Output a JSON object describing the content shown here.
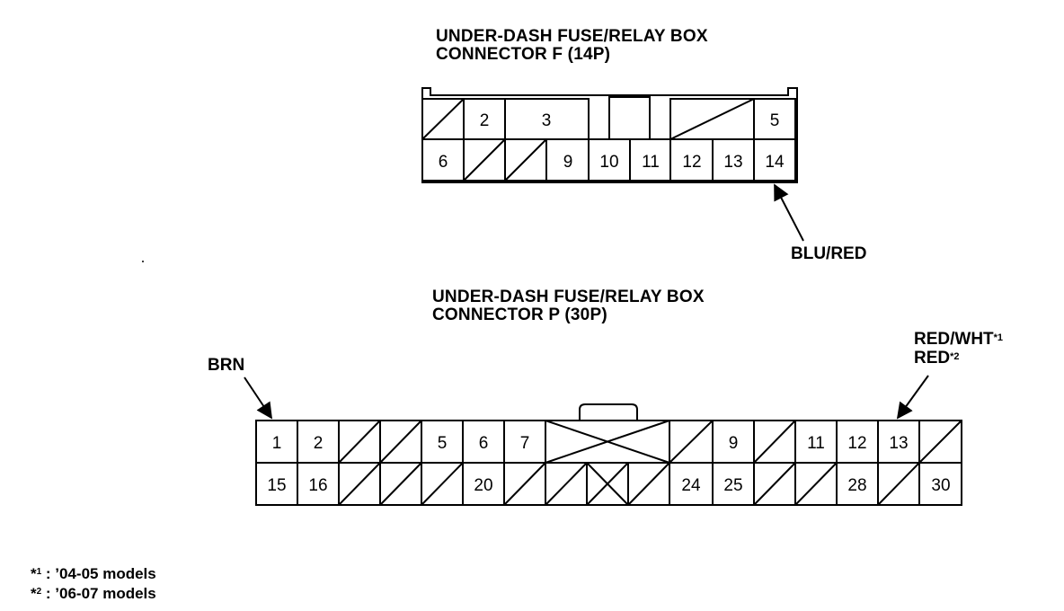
{
  "connector_f": {
    "title_line1": "UNDER-DASH FUSE/RELAY BOX",
    "title_line2": "CONNECTOR F (14P)",
    "pins": [
      "2",
      "3",
      "5",
      "6",
      "9",
      "10",
      "11",
      "12",
      "13",
      "14"
    ],
    "wire_label": "BLU/RED"
  },
  "connector_p": {
    "title_line1": "UNDER-DASH FUSE/RELAY BOX",
    "title_line2": "CONNECTOR P (30P)",
    "pins": [
      "1",
      "2",
      "5",
      "6",
      "7",
      "9",
      "11",
      "12",
      "13",
      "15",
      "16",
      "20",
      "24",
      "25",
      "28",
      "30"
    ],
    "wire_left_label": "BRN",
    "wire_right_label_1": "RED/WHT",
    "wire_right_label_1_mark": "*1",
    "wire_right_label_2": "RED",
    "wire_right_label_2_mark": "*2"
  },
  "notes": [
    {
      "mark": "*",
      "sup": "1",
      "text": " : ’04-05 models"
    },
    {
      "mark": "*",
      "sup": "2",
      "text": " : ’06-07 models"
    }
  ]
}
